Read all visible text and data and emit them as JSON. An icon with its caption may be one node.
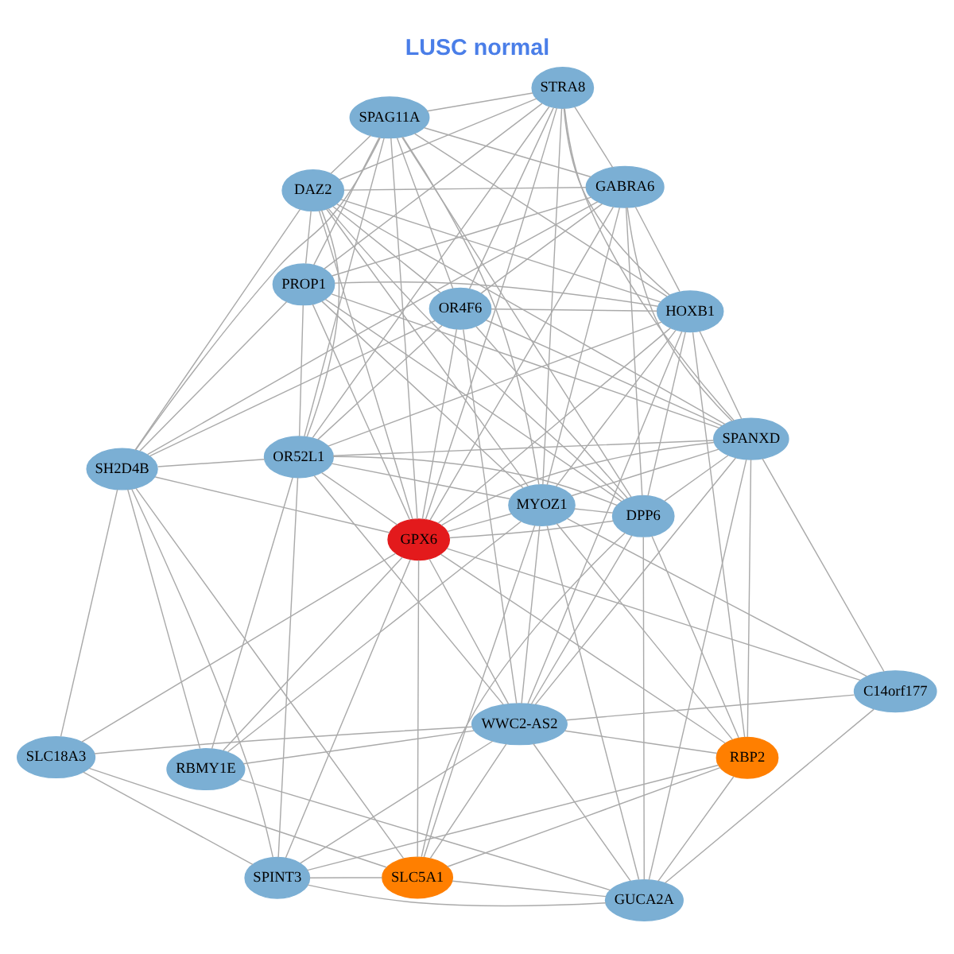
{
  "diagram": {
    "title": "LUSC normal",
    "nodes": [
      {
        "text": [
          "SLC18A3"
        ]
      },
      {
        "text": [
          "SPINT3"
        ]
      },
      {
        "text": [
          "SLC5A1"
        ]
      },
      {
        "text": [
          "RBMY1E"
        ]
      },
      {
        "text": [
          "GUCA2A"
        ]
      },
      {
        "text": [
          "RBP2"
        ]
      },
      {
        "text": [
          "SH2D4B"
        ]
      },
      {
        "text": [
          "WWC2-AS2"
        ]
      },
      {
        "text": [
          "GPX6"
        ]
      },
      {
        "text": [
          "C14orf177"
        ]
      },
      {
        "text": [
          "MYOZ1"
        ]
      },
      {
        "text": [
          "OR52L1"
        ]
      },
      {
        "text": [
          "DPP6"
        ]
      },
      {
        "text": [
          "SPAG11A"
        ]
      },
      {
        "text": [
          "OR4F6"
        ]
      },
      {
        "text": [
          "HOXB1"
        ]
      },
      {
        "text": [
          "GABRA6"
        ]
      },
      {
        "text": [
          "SPANXD"
        ]
      },
      {
        "text": [
          "PROP1"
        ]
      },
      {
        "text": [
          "DAZ2"
        ]
      },
      {
        "text": [
          "STRA8"
        ]
      }
    ],
    "edges": [
      {
        "from": 0,
        "to": 1,
        "arrow": "none"
      },
      {
        "from": 0,
        "to": 6,
        "arrow": "none"
      },
      {
        "from": 0,
        "to": 8,
        "arrow": "none"
      },
      {
        "from": 0,
        "to": 2,
        "arrow": "none"
      },
      {
        "from": 0,
        "to": 7,
        "arrow": "none"
      },
      {
        "from": 1,
        "to": 6,
        "arrow": "none"
      },
      {
        "from": 1,
        "to": 11,
        "arrow": "none"
      },
      {
        "from": 1,
        "to": 2,
        "arrow": "none"
      },
      {
        "from": 1,
        "to": 7,
        "arrow": "none"
      },
      {
        "from": 1,
        "to": 5,
        "arrow": "none"
      },
      {
        "from": 1,
        "to": 4,
        "arrow": "none"
      },
      {
        "from": 1,
        "to": 8,
        "arrow": "none"
      },
      {
        "from": 2,
        "to": 4,
        "arrow": "none"
      },
      {
        "from": 2,
        "to": 5,
        "arrow": "none"
      },
      {
        "from": 2,
        "to": 6,
        "arrow": "none"
      },
      {
        "from": 2,
        "to": 7,
        "arrow": "none"
      },
      {
        "from": 2,
        "to": 8,
        "arrow": "none"
      },
      {
        "from": 2,
        "to": 10,
        "arrow": "none"
      },
      {
        "from": 2,
        "to": 12,
        "arrow": "none"
      },
      {
        "from": 3,
        "to": 4,
        "arrow": "none"
      },
      {
        "from": 3,
        "to": 6,
        "arrow": "none"
      },
      {
        "from": 3,
        "to": 7,
        "arrow": "none"
      },
      {
        "from": 3,
        "to": 8,
        "arrow": "none"
      },
      {
        "from": 3,
        "to": 10,
        "arrow": "none"
      },
      {
        "from": 3,
        "to": 11,
        "arrow": "none"
      },
      {
        "from": 4,
        "to": 9,
        "arrow": "none"
      },
      {
        "from": 4,
        "to": 5,
        "arrow": "none"
      },
      {
        "from": 4,
        "to": 7,
        "arrow": "none"
      },
      {
        "from": 4,
        "to": 10,
        "arrow": "none"
      },
      {
        "from": 4,
        "to": 12,
        "arrow": "none"
      },
      {
        "from": 4,
        "to": 17,
        "arrow": "none"
      },
      {
        "from": 5,
        "to": 7,
        "arrow": "none"
      },
      {
        "from": 5,
        "to": 8,
        "arrow": "none"
      },
      {
        "from": 5,
        "to": 10,
        "arrow": "none"
      },
      {
        "from": 5,
        "to": 12,
        "arrow": "none"
      },
      {
        "from": 5,
        "to": 15,
        "arrow": "none"
      },
      {
        "from": 5,
        "to": 17,
        "arrow": "none"
      },
      {
        "from": 6,
        "to": 8,
        "arrow": "none"
      },
      {
        "from": 6,
        "to": 11,
        "arrow": "none"
      },
      {
        "from": 6,
        "to": 13,
        "arrow": "none"
      },
      {
        "from": 6,
        "to": 14,
        "arrow": "none"
      },
      {
        "from": 6,
        "to": 16,
        "arrow": "none"
      },
      {
        "from": 6,
        "to": 19,
        "arrow": "none"
      },
      {
        "from": 6,
        "to": 18,
        "arrow": "none"
      },
      {
        "from": 7,
        "to": 8,
        "arrow": "none"
      },
      {
        "from": 7,
        "to": 9,
        "arrow": "none"
      },
      {
        "from": 7,
        "to": 10,
        "arrow": "none"
      },
      {
        "from": 7,
        "to": 12,
        "arrow": "none"
      },
      {
        "from": 7,
        "to": 11,
        "arrow": "none"
      },
      {
        "from": 7,
        "to": 14,
        "arrow": "none"
      },
      {
        "from": 7,
        "to": 15,
        "arrow": "none"
      },
      {
        "from": 7,
        "to": 17,
        "arrow": "none"
      },
      {
        "from": 8,
        "to": 9,
        "arrow": "none"
      },
      {
        "from": 8,
        "to": 10,
        "arrow": "none"
      },
      {
        "from": 8,
        "to": 11,
        "arrow": "none"
      },
      {
        "from": 8,
        "to": 13,
        "arrow": "none"
      },
      {
        "from": 8,
        "to": 14,
        "arrow": "none"
      },
      {
        "from": 8,
        "to": 15,
        "arrow": "none"
      },
      {
        "from": 8,
        "to": 19,
        "arrow": "none"
      },
      {
        "from": 8,
        "to": 18,
        "arrow": "none"
      },
      {
        "from": 8,
        "to": 20,
        "arrow": "none"
      },
      {
        "from": 8,
        "to": 12,
        "arrow": "none"
      },
      {
        "from": 8,
        "to": 17,
        "arrow": "none"
      },
      {
        "from": 8,
        "to": 16,
        "arrow": "none"
      },
      {
        "from": 9,
        "to": 10,
        "arrow": "none"
      },
      {
        "from": 9,
        "to": 17,
        "arrow": "none"
      },
      {
        "from": 10,
        "to": 11,
        "arrow": "none"
      },
      {
        "from": 10,
        "to": 13,
        "arrow": "none"
      },
      {
        "from": 10,
        "to": 16,
        "arrow": "none"
      },
      {
        "from": 10,
        "to": 19,
        "arrow": "none"
      },
      {
        "from": 10,
        "to": 18,
        "arrow": "none"
      },
      {
        "from": 10,
        "to": 15,
        "arrow": "none"
      },
      {
        "from": 10,
        "to": 17,
        "arrow": "none"
      },
      {
        "from": 10,
        "to": 20,
        "arrow": "none"
      },
      {
        "from": 10,
        "to": 12,
        "arrow": "none"
      },
      {
        "from": 11,
        "to": 13,
        "arrow": "none"
      },
      {
        "from": 11,
        "to": 14,
        "arrow": "none"
      },
      {
        "from": 11,
        "to": 19,
        "arrow": "none"
      },
      {
        "from": 11,
        "to": 18,
        "arrow": "none"
      },
      {
        "from": 11,
        "to": 15,
        "arrow": "none"
      },
      {
        "from": 11,
        "to": 20,
        "arrow": "none"
      },
      {
        "from": 11,
        "to": 12,
        "arrow": "none"
      },
      {
        "from": 11,
        "to": 17,
        "arrow": "none"
      },
      {
        "from": 12,
        "to": 13,
        "arrow": "none"
      },
      {
        "from": 12,
        "to": 14,
        "arrow": "none"
      },
      {
        "from": 12,
        "to": 16,
        "arrow": "none"
      },
      {
        "from": 12,
        "to": 18,
        "arrow": "none"
      },
      {
        "from": 12,
        "to": 17,
        "arrow": "none"
      },
      {
        "from": 12,
        "to": 19,
        "arrow": "none"
      },
      {
        "from": 12,
        "to": 15,
        "arrow": "none"
      },
      {
        "from": 13,
        "to": 16,
        "arrow": "none"
      },
      {
        "from": 13,
        "to": 14,
        "arrow": "none"
      },
      {
        "from": 13,
        "to": 19,
        "arrow": "none"
      },
      {
        "from": 13,
        "to": 18,
        "arrow": "none"
      },
      {
        "from": 13,
        "to": 15,
        "arrow": "none"
      },
      {
        "from": 13,
        "to": 20,
        "arrow": "none"
      },
      {
        "from": 14,
        "to": 16,
        "arrow": "none"
      },
      {
        "from": 14,
        "to": 19,
        "arrow": "none"
      },
      {
        "from": 14,
        "to": 20,
        "arrow": "none"
      },
      {
        "from": 14,
        "to": 17,
        "arrow": "none"
      },
      {
        "from": 14,
        "to": 15,
        "arrow": "none"
      },
      {
        "from": 15,
        "to": 16,
        "arrow": "none"
      },
      {
        "from": 15,
        "to": 18,
        "arrow": "none"
      },
      {
        "from": 15,
        "to": 19,
        "arrow": "none"
      },
      {
        "from": 15,
        "to": 20,
        "arrow": "none"
      },
      {
        "from": 15,
        "to": 17,
        "arrow": "none"
      },
      {
        "from": 16,
        "to": 19,
        "arrow": "none"
      },
      {
        "from": 16,
        "to": 18,
        "arrow": "none"
      },
      {
        "from": 16,
        "to": 17,
        "arrow": "none"
      },
      {
        "from": 16,
        "to": 20,
        "arrow": "none"
      },
      {
        "from": 17,
        "to": 18,
        "arrow": "none"
      },
      {
        "from": 17,
        "to": 19,
        "arrow": "none"
      },
      {
        "from": 17,
        "to": 20,
        "arrow": "none"
      },
      {
        "from": 18,
        "to": 19,
        "arrow": "none"
      },
      {
        "from": 18,
        "to": 20,
        "arrow": "none"
      },
      {
        "from": 19,
        "to": 20,
        "arrow": "none"
      }
    ]
  }
}
